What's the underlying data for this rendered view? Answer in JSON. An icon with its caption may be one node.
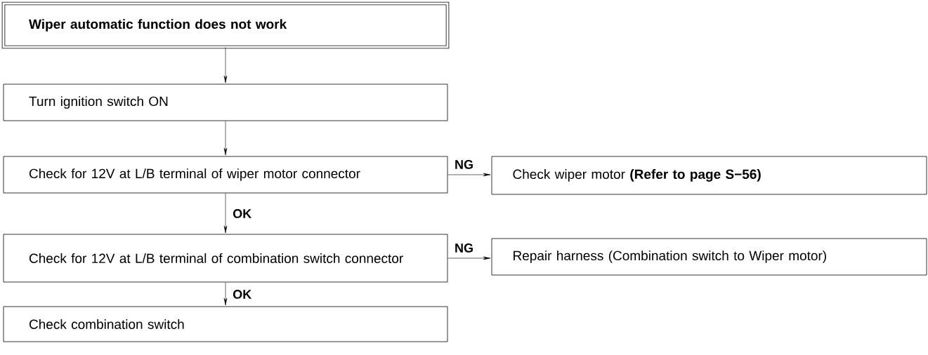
{
  "diagram": {
    "nodes": [
      {
        "text": [
          "Wiper automatic function does not work"
        ]
      },
      {
        "text": [
          "Turn ignition switch ON"
        ]
      },
      {
        "text": [
          "Check for 12V at L/B terminal of wiper motor connector"
        ]
      },
      {
        "text": [
          "Check wiper motor **(Refer to page S−56)**"
        ]
      },
      {
        "text": [
          "Check for 12V at L/B terminal of combination switch connector"
        ]
      },
      {
        "text": [
          "Repair harness (Combination switch to Wiper motor)"
        ]
      },
      {
        "text": [
          "Check combination switch"
        ]
      }
    ],
    "edges": [
      {
        "from": 0,
        "to": 1,
        "arrow": "to"
      },
      {
        "from": 1,
        "to": 2,
        "arrow": "to"
      },
      {
        "from": 2,
        "to": 3,
        "arrow": "to",
        "label": "NG"
      },
      {
        "from": 2,
        "to": 4,
        "arrow": "to",
        "label": "OK"
      },
      {
        "from": 4,
        "to": 5,
        "arrow": "to",
        "label": "NG"
      },
      {
        "from": 4,
        "to": 6,
        "arrow": "to",
        "label": "OK"
      }
    ]
  }
}
